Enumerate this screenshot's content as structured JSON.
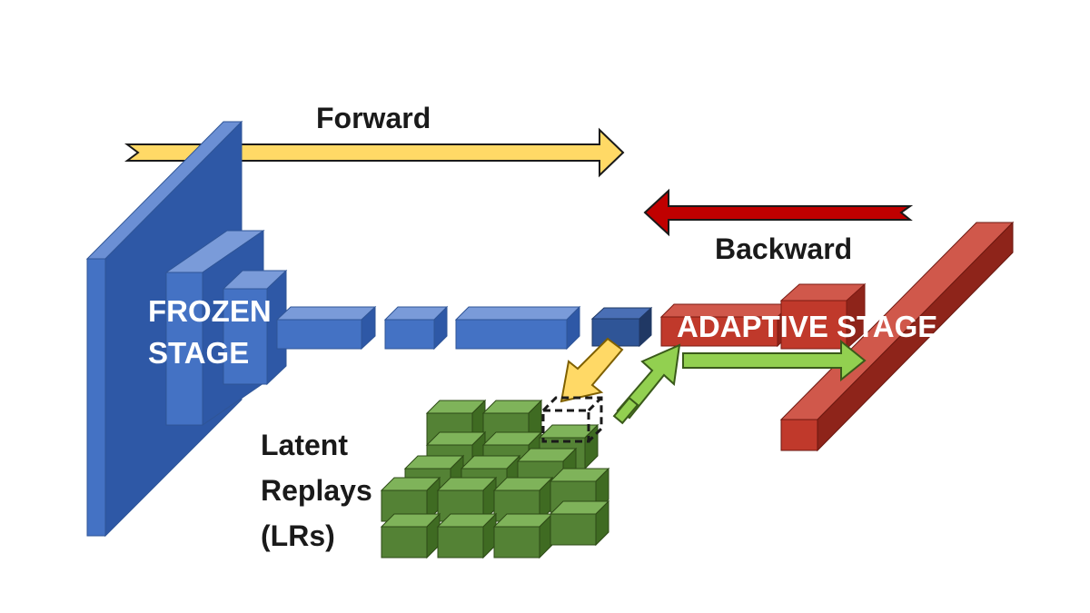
{
  "labels": {
    "forward": "Forward",
    "backward": "Backward",
    "frozen_line1": "FROZEN",
    "frozen_line2": "STAGE",
    "adaptive": "ADAPTIVE STAGE",
    "latent_line1": "Latent",
    "latent_line2": "Replays",
    "latent_line3": "(LRs)"
  },
  "colors": {
    "frozen_blue": "#4472c4",
    "adaptive_red": "#c0392b",
    "latent_green": "#70ad47",
    "forward_arrow": "#ffd966",
    "backward_arrow": "#c00000",
    "green_arrow": "#92d050"
  }
}
